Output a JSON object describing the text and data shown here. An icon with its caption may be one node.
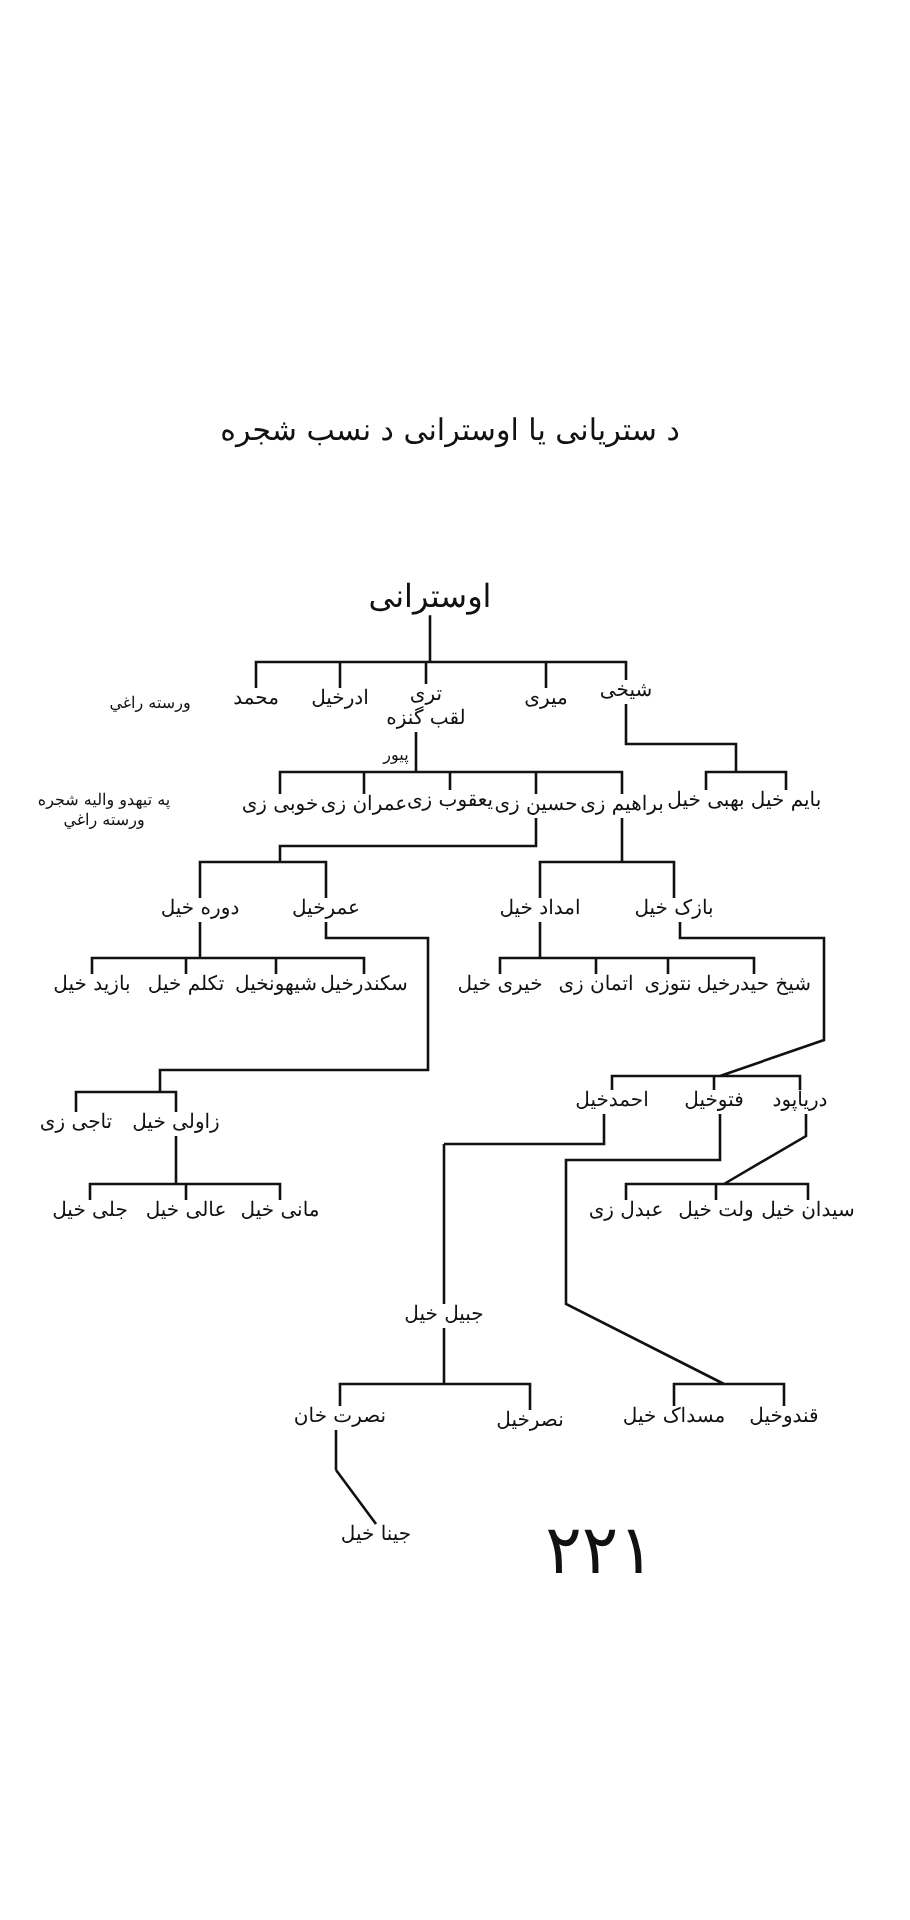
{
  "diagram": {
    "title": "د ستریانی یا اوسترانی د نسب شجره",
    "nodes": [
      {
        "text": [
          "اوسترانی"
        ]
      },
      {
        "text": [
          "شیخی"
        ]
      },
      {
        "text": [
          "میری"
        ]
      },
      {
        "text": [
          "تری",
          "لقب گنزه"
        ],
        "beside": [
          "پیور"
        ]
      },
      {
        "text": [
          "ادرخیل"
        ]
      },
      {
        "text": [
          "محمد"
        ],
        "beside": [
          "ورسته راغي"
        ]
      },
      {
        "text": [
          "بایم خیل"
        ]
      },
      {
        "text": [
          "بهبی خیل"
        ]
      },
      {
        "text": [
          "براهیم زی"
        ]
      },
      {
        "text": [
          "حسین زی"
        ]
      },
      {
        "text": [
          "یعقوب زی"
        ]
      },
      {
        "text": [
          "عمران زی"
        ]
      },
      {
        "text": [
          "خوبی زی"
        ]
      },
      {
        "text": [
          "عمرخیل"
        ]
      },
      {
        "text": [
          "دوره خیل"
        ]
      },
      {
        "text": [
          "بازک خیل"
        ]
      },
      {
        "text": [
          "امداد خیل"
        ]
      },
      {
        "text": [
          "سکندرخیل"
        ]
      },
      {
        "text": [
          "شیهونخیل"
        ]
      },
      {
        "text": [
          "تکلم خیل"
        ]
      },
      {
        "text": [
          "بازید خیل"
        ]
      },
      {
        "text": [
          "زاولی خیل"
        ]
      },
      {
        "text": [
          "تاجی زی"
        ]
      },
      {
        "text": [
          "مانی خیل"
        ]
      },
      {
        "text": [
          "عالی خیل"
        ]
      },
      {
        "text": [
          "جلی خیل"
        ]
      },
      {
        "text": [
          "شیخ حیدرخیل"
        ]
      },
      {
        "text": [
          "نتوزی"
        ]
      },
      {
        "text": [
          "اتمان زی"
        ]
      },
      {
        "text": [
          "خیری خیل"
        ]
      },
      {
        "text": [
          "دریاپود"
        ]
      },
      {
        "text": [
          "فتوخیل"
        ]
      },
      {
        "text": [
          "احمدخیل"
        ]
      },
      {
        "text": [
          "سیدان خیل"
        ]
      },
      {
        "text": [
          "ولت خیل"
        ]
      },
      {
        "text": [
          "عبدل زی"
        ]
      },
      {
        "text": [
          "جبیل خیل"
        ]
      },
      {
        "text": [
          "قندوخیل"
        ]
      },
      {
        "text": [
          "مسداک خیل"
        ]
      },
      {
        "text": [
          "نصرت خان"
        ]
      },
      {
        "text": [
          "نصرخیل"
        ]
      },
      {
        "text": [
          "جینا خیل"
        ]
      }
    ],
    "edges": [
      {
        "from": 0,
        "to": 1,
        "arrow": "none"
      },
      {
        "from": 0,
        "to": 2,
        "arrow": "none"
      },
      {
        "from": 0,
        "to": 3,
        "arrow": "none"
      },
      {
        "from": 0,
        "to": 4,
        "arrow": "none"
      },
      {
        "from": 0,
        "to": 5,
        "arrow": "none"
      },
      {
        "from": 1,
        "to": 6,
        "arrow": "none"
      },
      {
        "from": 1,
        "to": 7,
        "arrow": "none"
      },
      {
        "from": 3,
        "to": 8,
        "arrow": "none"
      },
      {
        "from": 3,
        "to": 9,
        "arrow": "none"
      },
      {
        "from": 3,
        "to": 10,
        "arrow": "none"
      },
      {
        "from": 3,
        "to": 11,
        "arrow": "none"
      },
      {
        "from": 3,
        "to": 12,
        "arrow": "none"
      },
      {
        "from": 9,
        "to": 13,
        "arrow": "none"
      },
      {
        "from": 9,
        "to": 14,
        "arrow": "none"
      },
      {
        "from": 8,
        "to": 15,
        "arrow": "none"
      },
      {
        "from": 8,
        "to": 16,
        "arrow": "none"
      },
      {
        "from": 14,
        "to": 17,
        "arrow": "none"
      },
      {
        "from": 14,
        "to": 18,
        "arrow": "none"
      },
      {
        "from": 14,
        "to": 19,
        "arrow": "none"
      },
      {
        "from": 14,
        "to": 20,
        "arrow": "none"
      },
      {
        "from": 13,
        "to": 21,
        "arrow": "none"
      },
      {
        "from": 13,
        "to": 22,
        "arrow": "none"
      },
      {
        "from": 21,
        "to": 23,
        "arrow": "none"
      },
      {
        "from": 21,
        "to": 24,
        "arrow": "none"
      },
      {
        "from": 21,
        "to": 25,
        "arrow": "none"
      },
      {
        "from": 16,
        "to": 26,
        "arrow": "none"
      },
      {
        "from": 16,
        "to": 27,
        "arrow": "none"
      },
      {
        "from": 16,
        "to": 28,
        "arrow": "none"
      },
      {
        "from": 16,
        "to": 29,
        "arrow": "none"
      },
      {
        "from": 15,
        "to": 30,
        "arrow": "none"
      },
      {
        "from": 15,
        "to": 31,
        "arrow": "none"
      },
      {
        "from": 15,
        "to": 32,
        "arrow": "none"
      },
      {
        "from": 30,
        "to": 33,
        "arrow": "none"
      },
      {
        "from": 30,
        "to": 34,
        "arrow": "none"
      },
      {
        "from": 30,
        "to": 35,
        "arrow": "none"
      },
      {
        "from": 32,
        "to": 36,
        "arrow": "none"
      },
      {
        "from": 31,
        "to": 37,
        "arrow": "none"
      },
      {
        "from": 31,
        "to": 38,
        "arrow": "none"
      },
      {
        "from": 36,
        "to": 39,
        "arrow": "none"
      },
      {
        "from": 36,
        "to": 40,
        "arrow": "none"
      },
      {
        "from": 39,
        "to": 41,
        "arrow": "none"
      }
    ],
    "labels": [
      "په تیهدو والیه شجره ورسته راغي",
      "۲۲۱"
    ]
  }
}
